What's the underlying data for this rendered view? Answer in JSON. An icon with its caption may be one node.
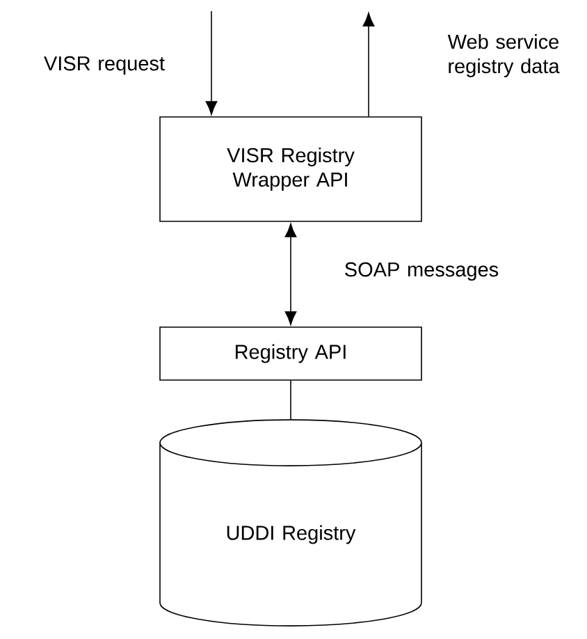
{
  "diagram": {
    "nodes": [
      {
        "text": [
          "VISR Registry Wrapper API"
        ]
      },
      {
        "text": [
          "Registry API"
        ]
      },
      {
        "text": [
          "UDDI Registry"
        ]
      }
    ],
    "edges": [
      {
        "from": null,
        "to": 0,
        "arrow": "to",
        "label": "VISR request"
      },
      {
        "from": 0,
        "to": null,
        "arrow": "to",
        "label": "Web service registry data"
      },
      {
        "from": 0,
        "to": 1,
        "arrow": "both",
        "label": "SOAP messages"
      },
      {
        "from": 1,
        "to": 2,
        "arrow": "none"
      }
    ]
  }
}
